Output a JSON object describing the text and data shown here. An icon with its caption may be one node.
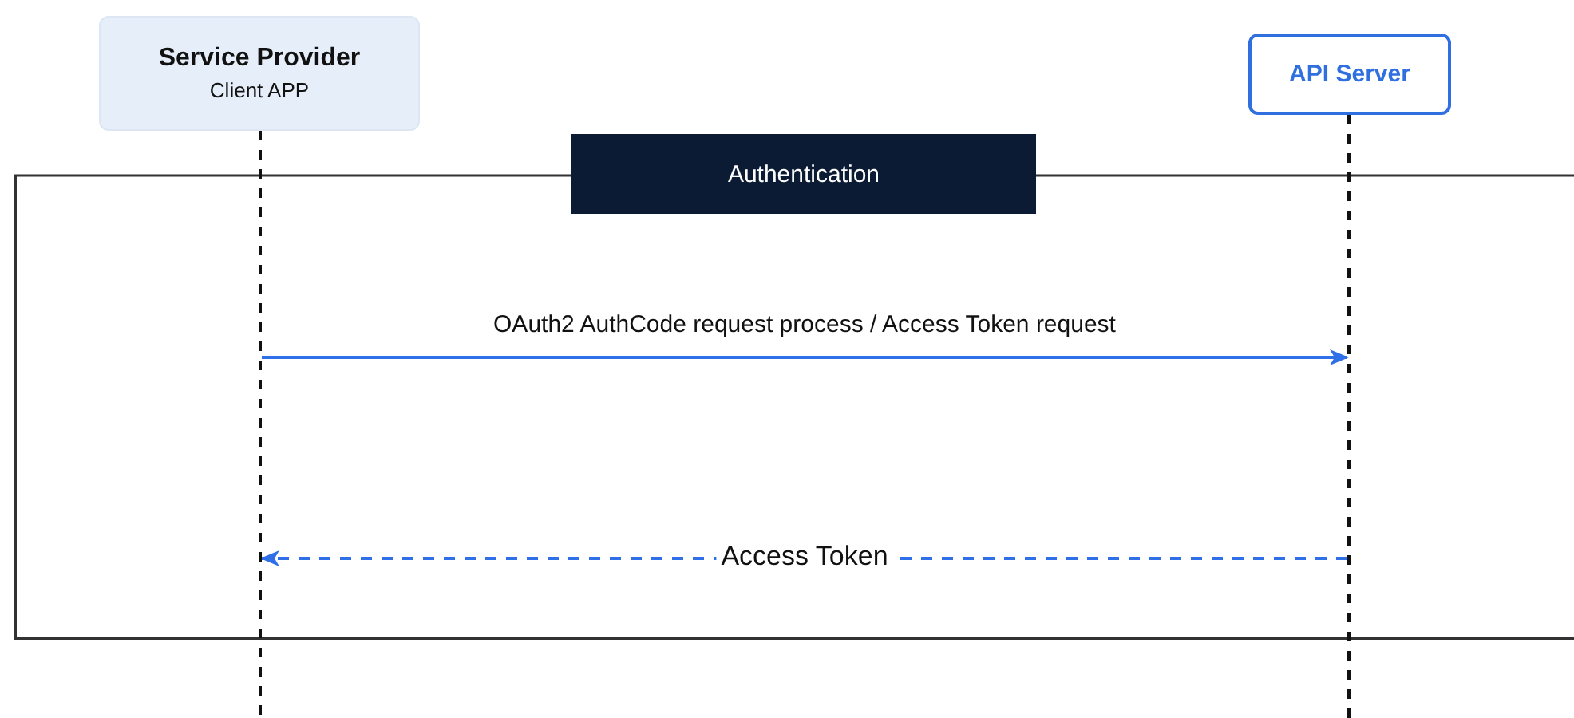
{
  "diagram": {
    "nodes": [
      {
        "text": [
          "Service Provider",
          "Client APP"
        ]
      },
      {
        "text": [
          "API Server"
        ]
      },
      {
        "text": [
          "Authentication"
        ]
      },
      {
        "text": [],
        "shape": "line"
      },
      {
        "text": [],
        "shape": "line"
      }
    ],
    "edges": [
      {
        "from": 3,
        "to": 4,
        "arrow": "to",
        "label": "OAuth2 AuthCode request process / Access Token request"
      },
      {
        "from": 4,
        "to": 3,
        "arrow": "to",
        "label": "Access Token",
        "style": "dashed"
      }
    ]
  }
}
